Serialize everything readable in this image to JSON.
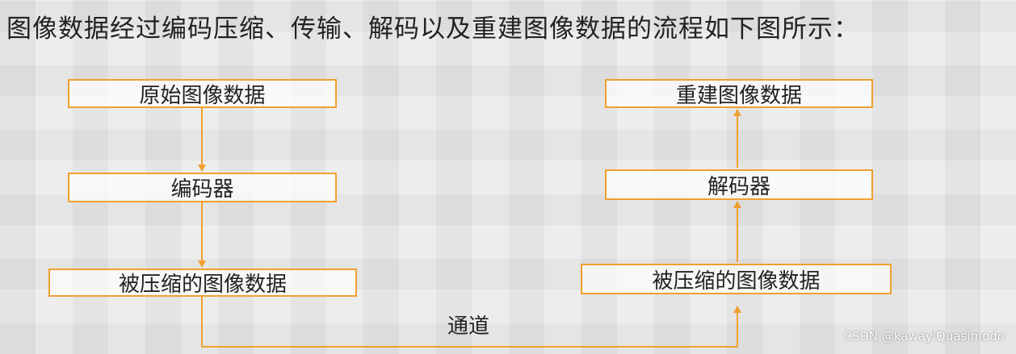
{
  "title": "图像数据经过编码压缩、传输、解码以及重建图像数据的流程如下图所示：",
  "left_flow": {
    "source": "原始图像数据",
    "encoder": "编码器",
    "compressed": "被压缩的图像数据"
  },
  "right_flow": {
    "reconstructed": "重建图像数据",
    "decoder": "解码器",
    "compressed": "被压缩的图像数据"
  },
  "channel": "通道",
  "watermark": "CSDN @kawayiQuasimodo",
  "colors": {
    "accent": "#f0a030",
    "text": "#222222"
  }
}
